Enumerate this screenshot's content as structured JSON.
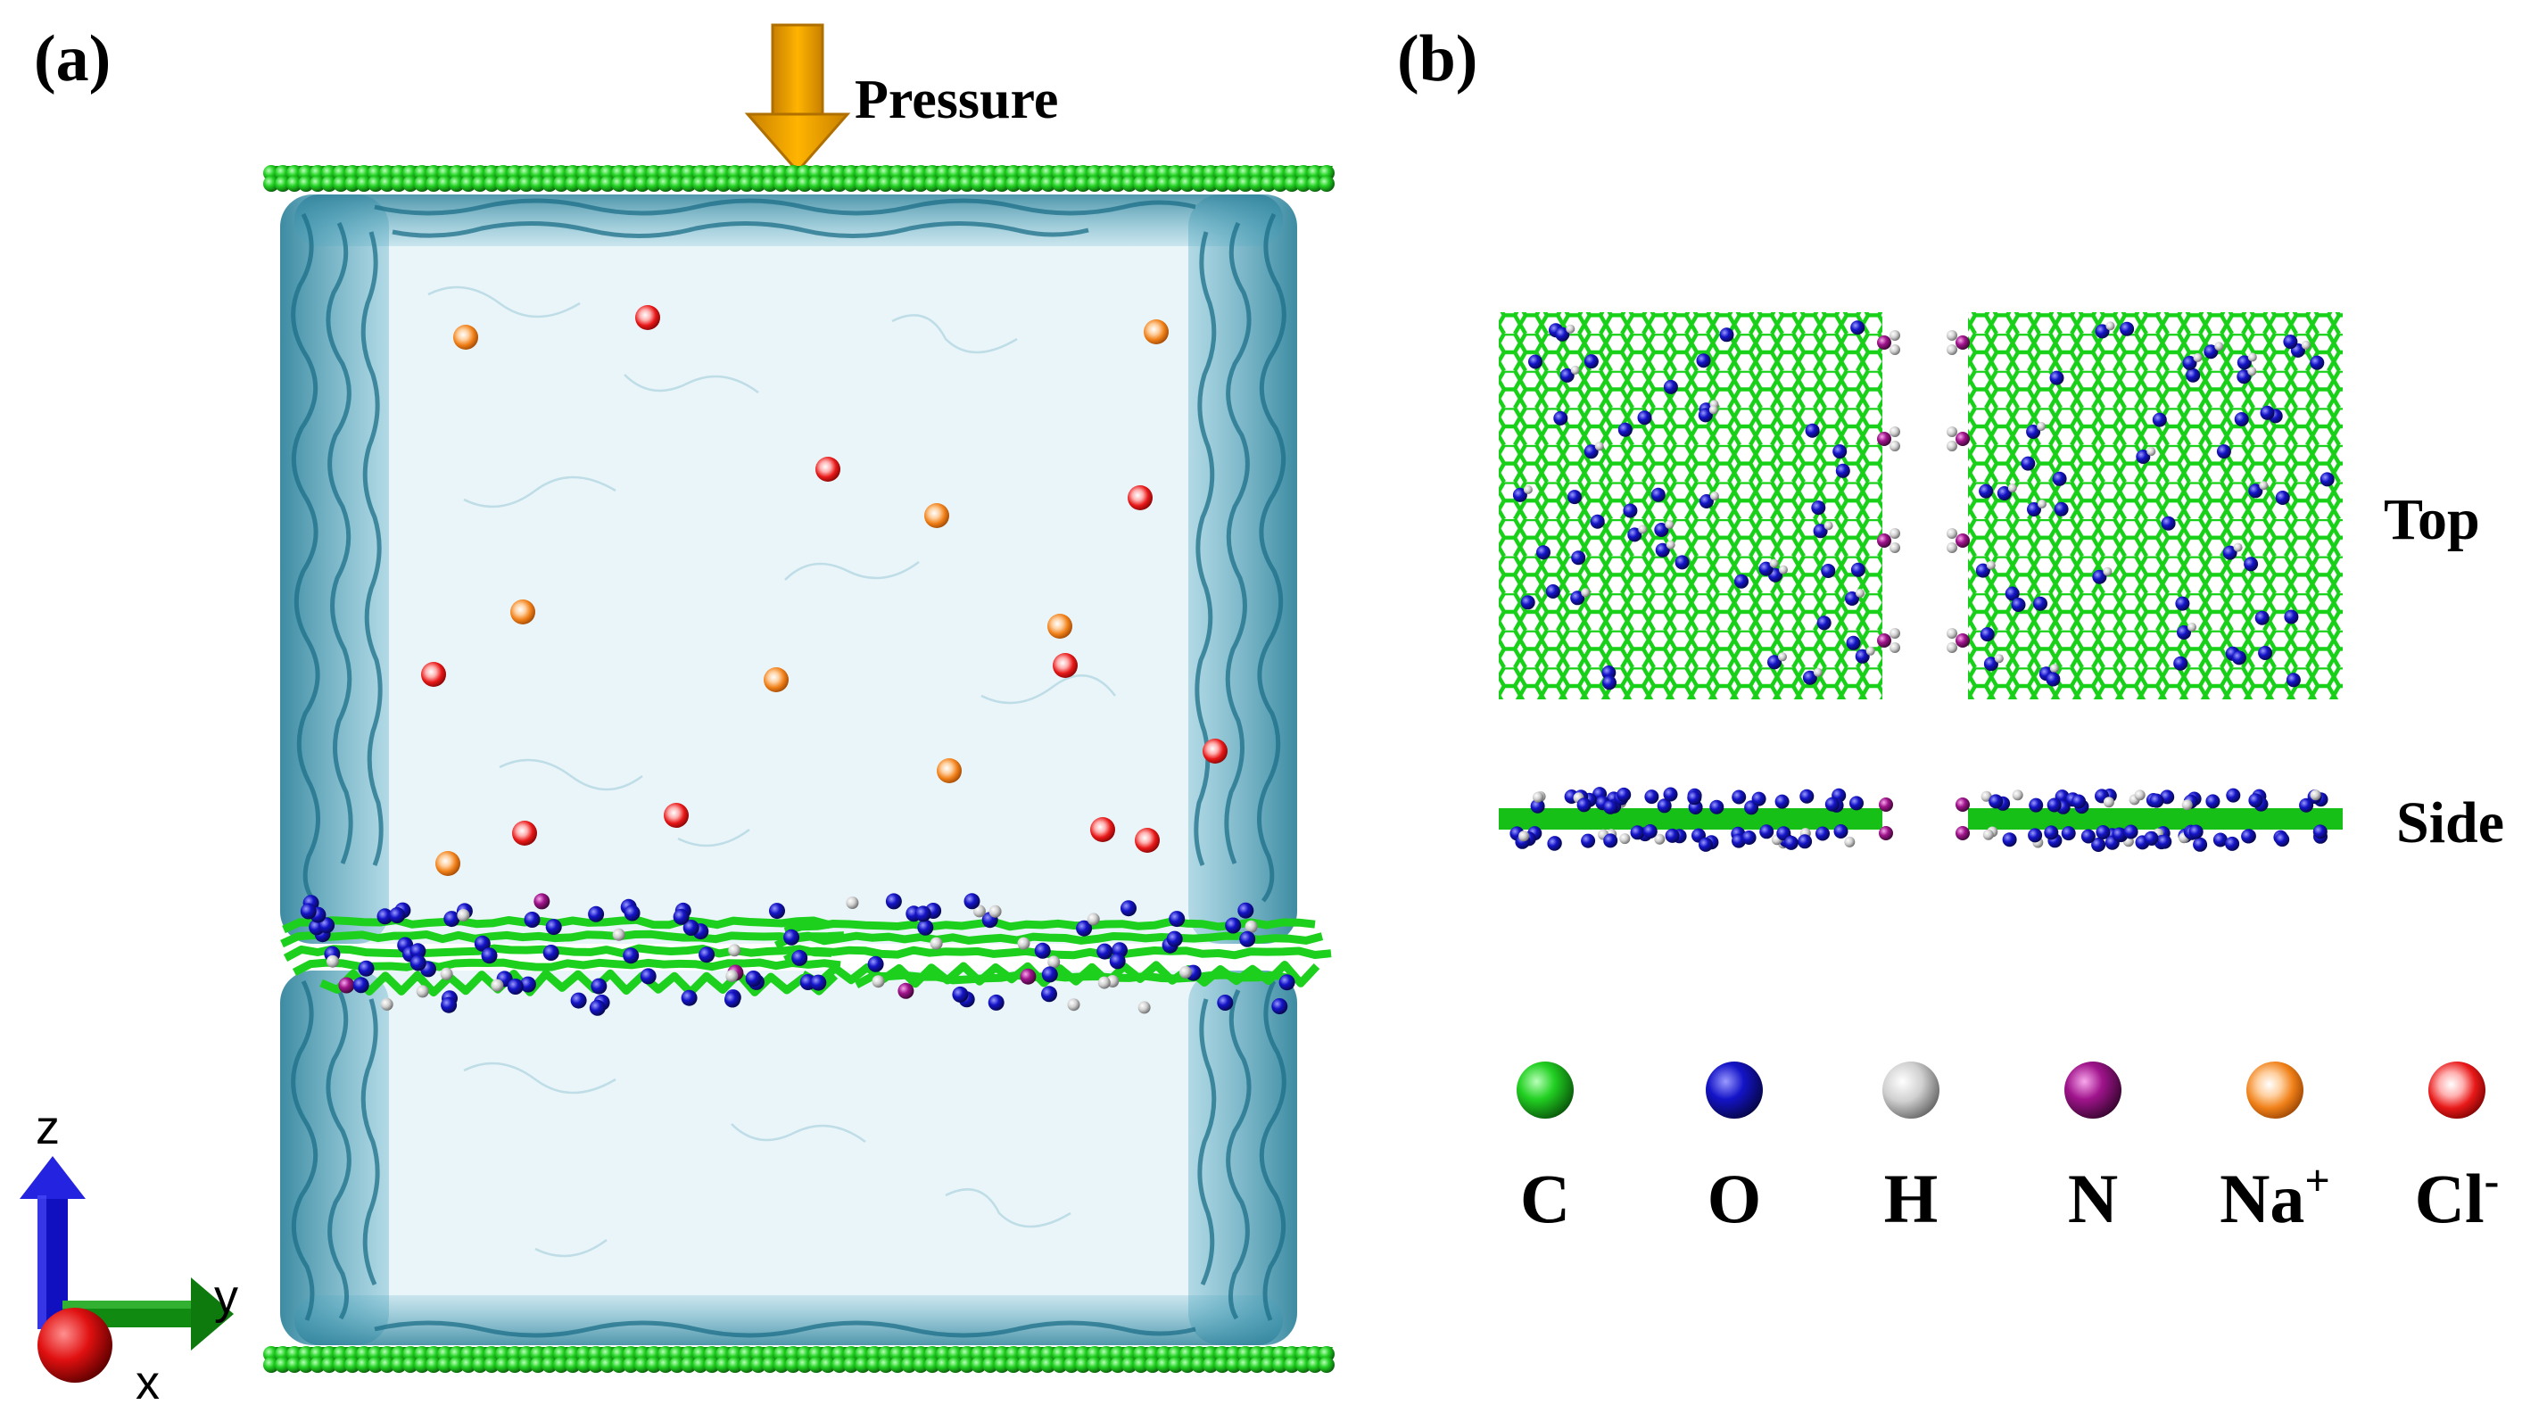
{
  "panels": {
    "a": {
      "label": "(a)",
      "pressure_label": "Pressure"
    },
    "b": {
      "label": "(b)",
      "top_label": "Top",
      "side_label": "Side"
    }
  },
  "axes": {
    "z": "z",
    "y": "y",
    "x": "x"
  },
  "legend": [
    {
      "symbol": "C",
      "sup": "",
      "color": "#1fcf1f",
      "name": "carbon-legend"
    },
    {
      "symbol": "O",
      "sup": "",
      "color": "#1414c8",
      "name": "oxygen-legend"
    },
    {
      "symbol": "H",
      "sup": "",
      "color": "#d8d8d8",
      "name": "hydrogen-legend"
    },
    {
      "symbol": "N",
      "sup": "",
      "color": "#a0148c",
      "name": "nitrogen-legend"
    },
    {
      "symbol": "Na",
      "sup": "+",
      "color": "#f08018",
      "name": "sodium-ion-legend"
    },
    {
      "symbol": "Cl",
      "sup": "-",
      "color": "#e81818",
      "name": "chloride-ion-legend"
    }
  ],
  "colors": {
    "carbon": "#1fcf1f",
    "oxygen": "#1414c8",
    "hydrogen": "#e0e0e0",
    "nitrogen": "#a0148c",
    "sodium": "#f08018",
    "chloride": "#e81818",
    "water": "#2e8fa8",
    "arrow": "#f5a800"
  }
}
